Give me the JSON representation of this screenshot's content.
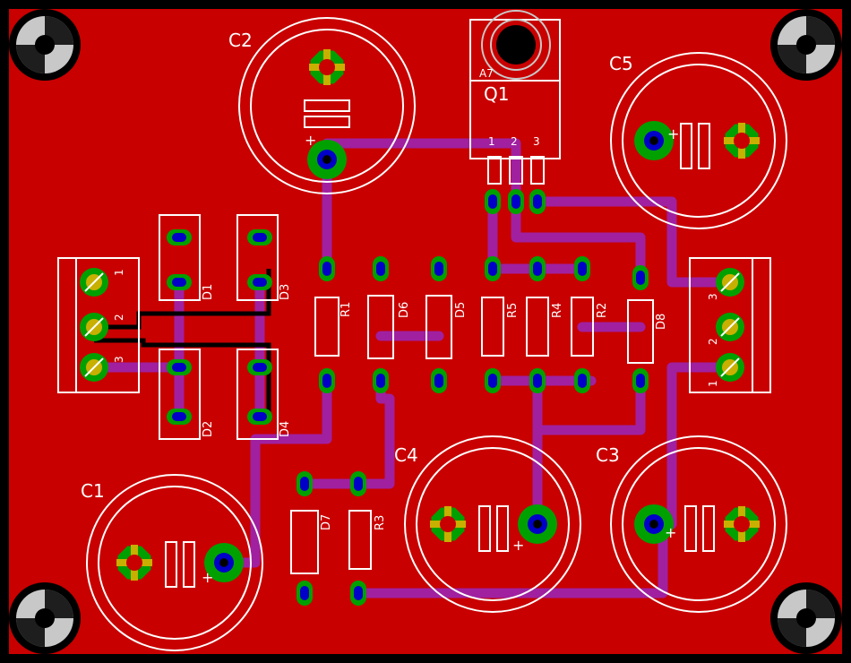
{
  "colors": {
    "board": "#c80000",
    "background": "#000000",
    "trace": "#a020a0",
    "silk": "#ffffff",
    "pad_green": "#00a000",
    "pad_blue": "#0000c8",
    "pad_yellow": "#c8b000",
    "mount_hole": "#c8c8c8"
  },
  "labels": {
    "C1": "C1",
    "C2": "C2",
    "C3": "C3",
    "C4": "C4",
    "C5": "C5",
    "Q1": "Q1",
    "Q1_part": "A7",
    "D1": "D1",
    "D2": "D2",
    "D3": "D3",
    "D4": "D4",
    "D6": "D6",
    "D5": "D5",
    "D7": "D7",
    "D8": "D8",
    "R1": "R1",
    "R2": "R2",
    "R3": "R3",
    "R4": "R4",
    "R5": "R5",
    "q_pin1": "1",
    "q_pin2": "2",
    "q_pin3": "3",
    "l_pin1": "1",
    "l_pin2": "2",
    "l_pin3": "3",
    "r_pin1": "1",
    "r_pin2": "2",
    "r_pin3": "3",
    "plus": "+"
  }
}
